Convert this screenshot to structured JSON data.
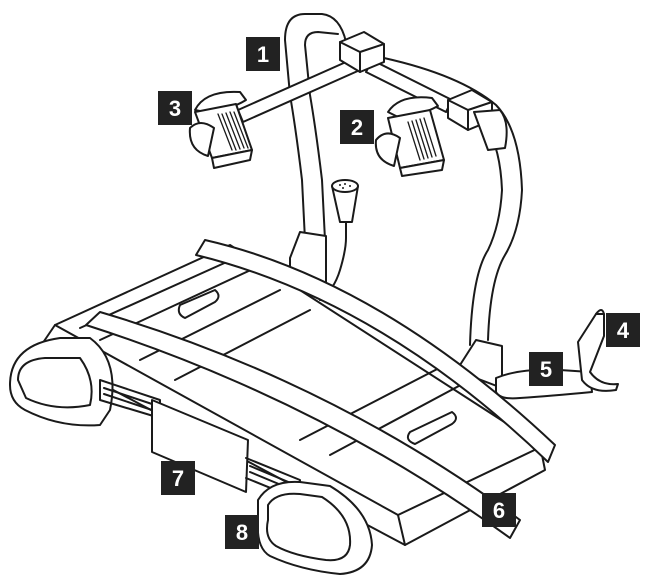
{
  "figure": {
    "callouts": [
      {
        "id": "1",
        "label": "1"
      },
      {
        "id": "2",
        "label": "2"
      },
      {
        "id": "3",
        "label": "3"
      },
      {
        "id": "4",
        "label": "4"
      },
      {
        "id": "5",
        "label": "5"
      },
      {
        "id": "6",
        "label": "6"
      },
      {
        "id": "7",
        "label": "7"
      },
      {
        "id": "8",
        "label": "8"
      }
    ],
    "colors": {
      "line": "#1a1a1a",
      "callout_bg": "#222222",
      "callout_text": "#ffffff",
      "background": "#ffffff"
    }
  }
}
